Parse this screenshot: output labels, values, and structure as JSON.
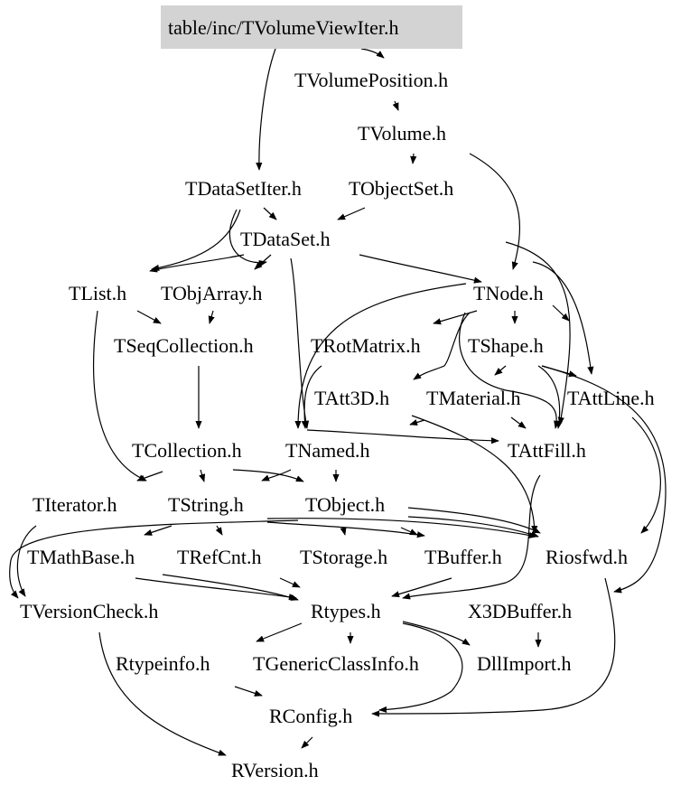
{
  "root": "table/inc/TVolumeViewIter.h",
  "nodes": {
    "TVolumePosition": "TVolumePosition.h",
    "TVolume": "TVolume.h",
    "TDataSetIter": "TDataSetIter.h",
    "TObjectSet": "TObjectSet.h",
    "TDataSet": "TDataSet.h",
    "TList": "TList.h",
    "TObjArray": "TObjArray.h",
    "TNode": "TNode.h",
    "TSeqCollection": "TSeqCollection.h",
    "TRotMatrix": "TRotMatrix.h",
    "TShape": "TShape.h",
    "TAtt3D": "TAtt3D.h",
    "TMaterial": "TMaterial.h",
    "TAttLine": "TAttLine.h",
    "TCollection": "TCollection.h",
    "TNamed": "TNamed.h",
    "TAttFill": "TAttFill.h",
    "TIterator": "TIterator.h",
    "TString": "TString.h",
    "TObject": "TObject.h",
    "TMathBase": "TMathBase.h",
    "TRefCnt": "TRefCnt.h",
    "TStorage": "TStorage.h",
    "TBuffer": "TBuffer.h",
    "Riosfwd": "Riosfwd.h",
    "TVersionCheck": "TVersionCheck.h",
    "Rtypes": "Rtypes.h",
    "X3DBuffer": "X3DBuffer.h",
    "Rtypeinfo": "Rtypeinfo.h",
    "TGenericClassInfo": "TGenericClassInfo.h",
    "DllImport": "DllImport.h",
    "RConfig": "RConfig.h",
    "RVersion": "RVersion.h"
  }
}
